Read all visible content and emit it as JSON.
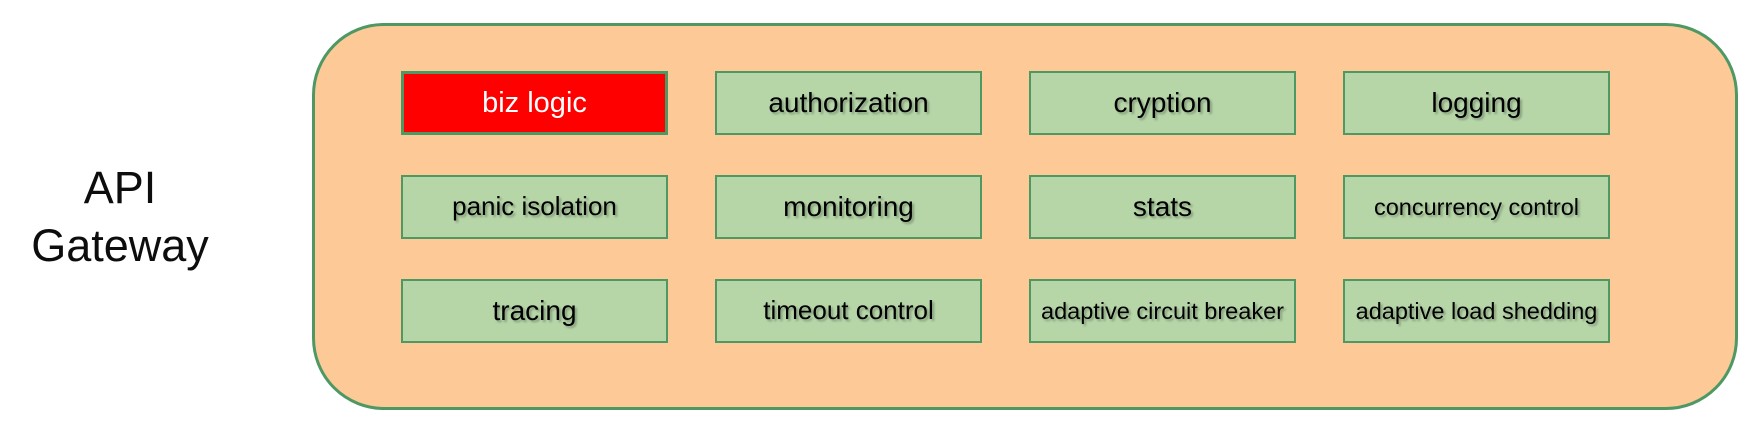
{
  "colors": {
    "canvas_bg": "#ffffff",
    "container_fill": "#fdc996",
    "container_border": "#4e9864",
    "box_fill": "#b6d6a8",
    "box_border": "#4e9864",
    "highlight_box_fill": "#fe0000",
    "highlight_box_text": "#ffffff",
    "text": "#000000"
  },
  "label": {
    "line1": "API",
    "line2": "Gateway"
  },
  "gateway": {
    "boxes": [
      {
        "label": "biz logic",
        "highlight": true,
        "size": "lg"
      },
      {
        "label": "authorization",
        "highlight": false,
        "size": "lg"
      },
      {
        "label": "cryption",
        "highlight": false,
        "size": "lg"
      },
      {
        "label": "logging",
        "highlight": false,
        "size": "lg"
      },
      {
        "label": "panic isolation",
        "highlight": false,
        "size": "md"
      },
      {
        "label": "monitoring",
        "highlight": false,
        "size": "lg"
      },
      {
        "label": "stats",
        "highlight": false,
        "size": "lg"
      },
      {
        "label": "concurrency control",
        "highlight": false,
        "size": "sm"
      },
      {
        "label": "tracing",
        "highlight": false,
        "size": "lg"
      },
      {
        "label": "timeout control",
        "highlight": false,
        "size": "md"
      },
      {
        "label": "adaptive circuit breaker",
        "highlight": false,
        "size": "sm"
      },
      {
        "label": "adaptive load shedding",
        "highlight": false,
        "size": "sm"
      }
    ]
  }
}
